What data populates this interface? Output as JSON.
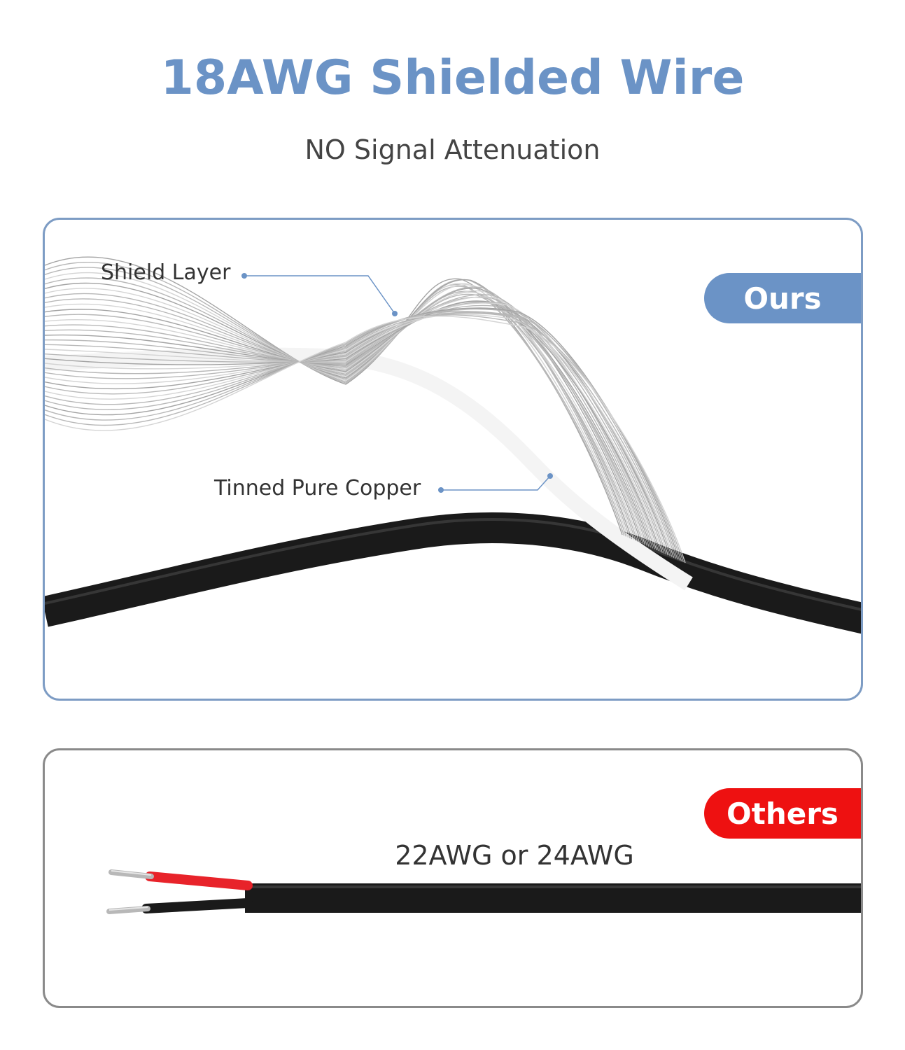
{
  "header": {
    "title": "18AWG Shielded Wire",
    "subtitle": "NO Signal Attenuation"
  },
  "ours": {
    "tag": "Ours",
    "callouts": {
      "shield": "Shield Layer",
      "copper": "Tinned Pure Copper"
    }
  },
  "others": {
    "tag": "Others",
    "gauge": "22AWG or 24AWG"
  },
  "colors": {
    "brand_blue": "#6b93c6",
    "title_blue": "#6b93c6",
    "others_red": "#ee1111",
    "cable_black": "#1a1a1a",
    "wire_silver": "#b8b8b8"
  }
}
